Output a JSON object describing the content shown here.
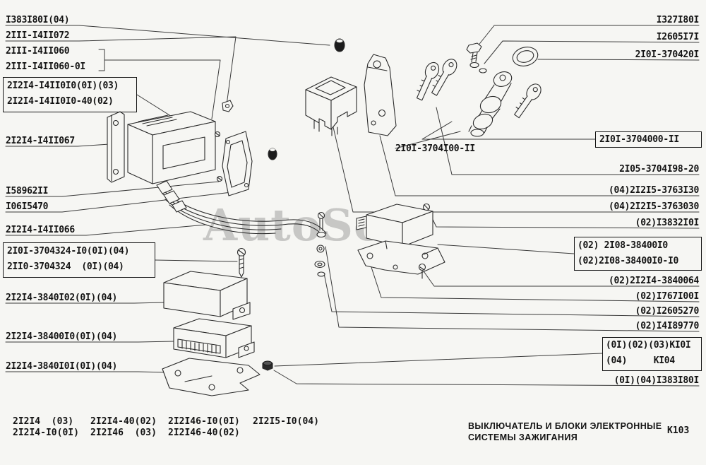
{
  "watermark": "AutoSoft",
  "labels_left": [
    "I383I80I(04)",
    "2III-I4II072",
    "2III-I4II060",
    "2III-I4II060-0I",
    "2I2I4-I4II0I0(0I)(03)",
    "2I2I4-I4II0I0-40(02)",
    "2I2I4-I4II067",
    "I58962II",
    "I06I5470",
    "2I2I4-I4II066",
    "2I0I-3704324-I0(0I)(04)",
    "2II0-3704324  (0I)(04)",
    "2I2I4-3840I02(0I)(04)",
    "2I2I4-38400I0(0I)(04)",
    "2I2I4-3840I0I(0I)(04)"
  ],
  "labels_right": [
    "I327I80I",
    "I2605I7I",
    "2I0I-370420I",
    "2I0I-3704000-II",
    "2I0I-3704I00-II",
    "2I05-3704I98-20",
    "(04)2I2I5-3763I30",
    "(04)2I2I5-3763030",
    "(02)I3832I0I",
    "(02) 2I08-38400I0",
    "(02)2I08-38400I0-I0",
    "(02)2I2I4-3840064",
    "(02)I767I00I",
    "(02)I2605270",
    "(02)I4I89770",
    "(0I)(02)(03)KI0I",
    "(04)     KI04",
    "(0I)(04)I383I80I"
  ],
  "footer": {
    "models_row1": [
      "2I2I4  (03)",
      "2I2I4-40(02)",
      "2I2I46-I0(0I)",
      "2I2I5-I0(04)"
    ],
    "models_row2": [
      "2I2I4-I0(0I)",
      "2I2I46  (03)",
      "2I2I46-40(02)"
    ],
    "title_line1": "ВЫКЛЮЧАТЕЛЬ И БЛОКИ ЭЛЕКТРОННЫЕ",
    "title_line2": "СИСТЕМЫ ЗАЖИГАНИЯ",
    "page_code": "K103"
  }
}
